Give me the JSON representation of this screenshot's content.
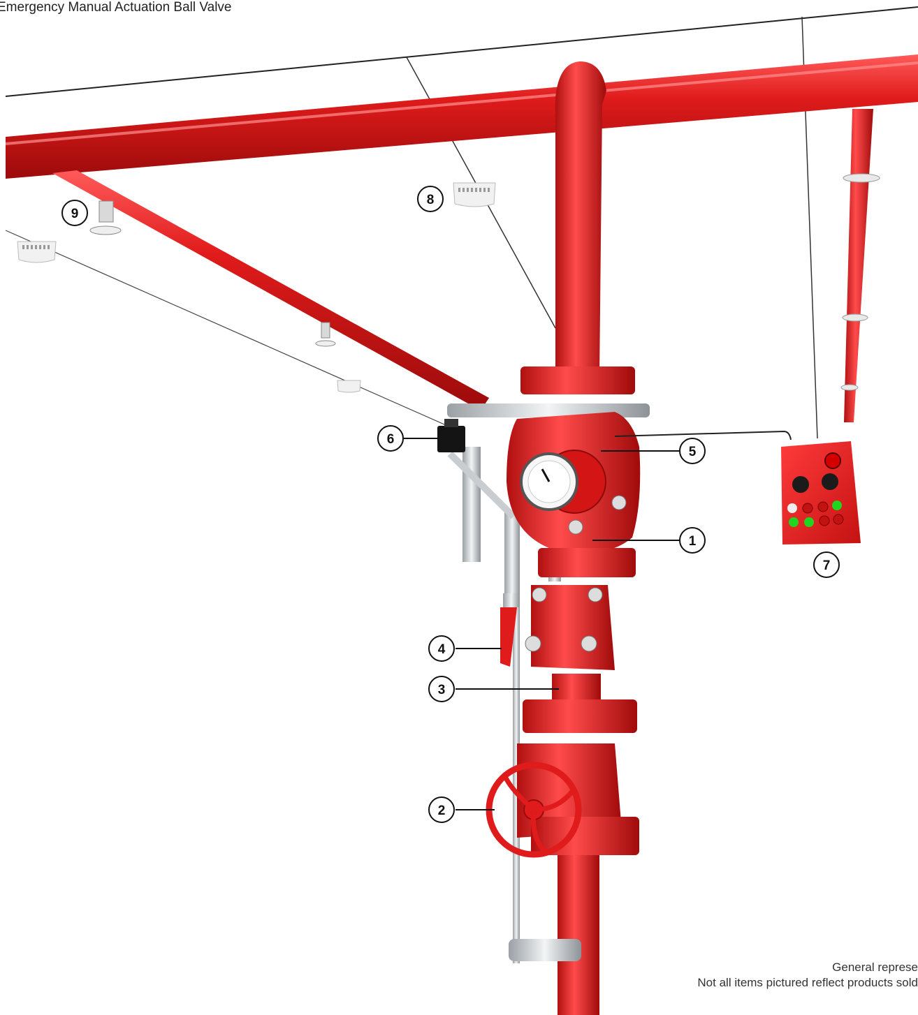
{
  "header": {
    "title": "Emergency Manual Actuation Ball Valve"
  },
  "footer": {
    "note_line1": "General represe",
    "note_line2": "Not all items pictured reflect products sold"
  },
  "callouts": [
    "1",
    "2",
    "3",
    "4",
    "5",
    "6",
    "7",
    "8",
    "9"
  ],
  "colors": {
    "pipe_red": "#e01b1b",
    "pipe_dark": "#a40d0d",
    "steel": "#cfd3d6",
    "detector_white": "#f1f1f1"
  }
}
